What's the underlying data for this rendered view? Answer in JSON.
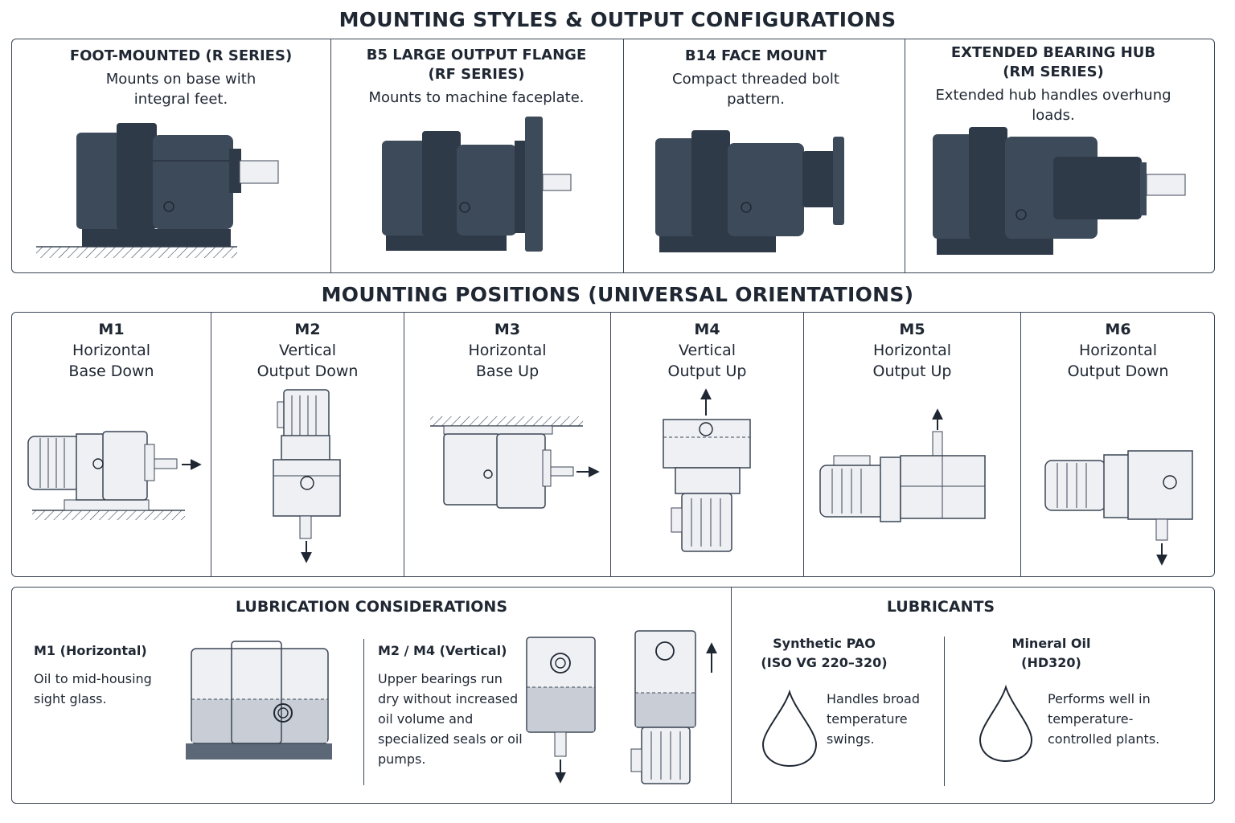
{
  "titles": {
    "styles": "MOUNTING STYLES & OUTPUT CONFIGURATIONS",
    "positions": "MOUNTING POSITIONS (UNIVERSAL ORIENTATIONS)"
  },
  "styles": [
    {
      "heading": "FOOT-MOUNTED (R SERIES)",
      "desc": "Mounts on base with integral feet."
    },
    {
      "heading": "B5 LARGE OUTPUT FLANGE (RF SERIES)",
      "desc": "Mounts to machine faceplate."
    },
    {
      "heading": "B14 FACE MOUNT",
      "desc": "Compact threaded bolt pattern."
    },
    {
      "heading": "EXTENDED BEARING HUB (RM SERIES)",
      "desc": "Extended hub handles overhung loads."
    }
  ],
  "positions": [
    {
      "code": "M1",
      "line1": "Horizontal",
      "line2": "Base Down"
    },
    {
      "code": "M2",
      "line1": "Vertical",
      "line2": "Output Down"
    },
    {
      "code": "M3",
      "line1": "Horizontal",
      "line2": "Base Up"
    },
    {
      "code": "M4",
      "line1": "Vertical",
      "line2": "Output Up"
    },
    {
      "code": "M5",
      "line1": "Horizontal",
      "line2": "Output Up"
    },
    {
      "code": "M6",
      "line1": "Horizontal",
      "line2": "Output Down"
    }
  ],
  "lubrication": {
    "title": "LUBRICATION CONSIDERATIONS",
    "m1_heading": "M1 (Horizontal)",
    "m1_text": "Oil to mid-housing sight glass.",
    "m24_heading": "M2 / M4 (Vertical)",
    "m24_text": "Upper bearings run dry without increased oil volume and specialized seals or oil pumps."
  },
  "lubricants": {
    "title": "LUBRICANTS",
    "items": [
      {
        "name": "Synthetic PAO",
        "spec": "(ISO VG 220–320)",
        "text": "Handles broad temperature swings."
      },
      {
        "name": "Mineral Oil",
        "spec": "(HD320)",
        "text": "Performs well in temperature-controlled plants."
      }
    ]
  },
  "colors": {
    "housing": "#3d4a5a",
    "housing_dark": "#2f3a48",
    "outline": "#3c4655",
    "oil": "#c9ced6",
    "light_fill": "#eef0f3"
  },
  "icons": [
    "gearbox-illustration",
    "arrow-icon",
    "oil-drop-icon",
    "ground-hatch"
  ]
}
